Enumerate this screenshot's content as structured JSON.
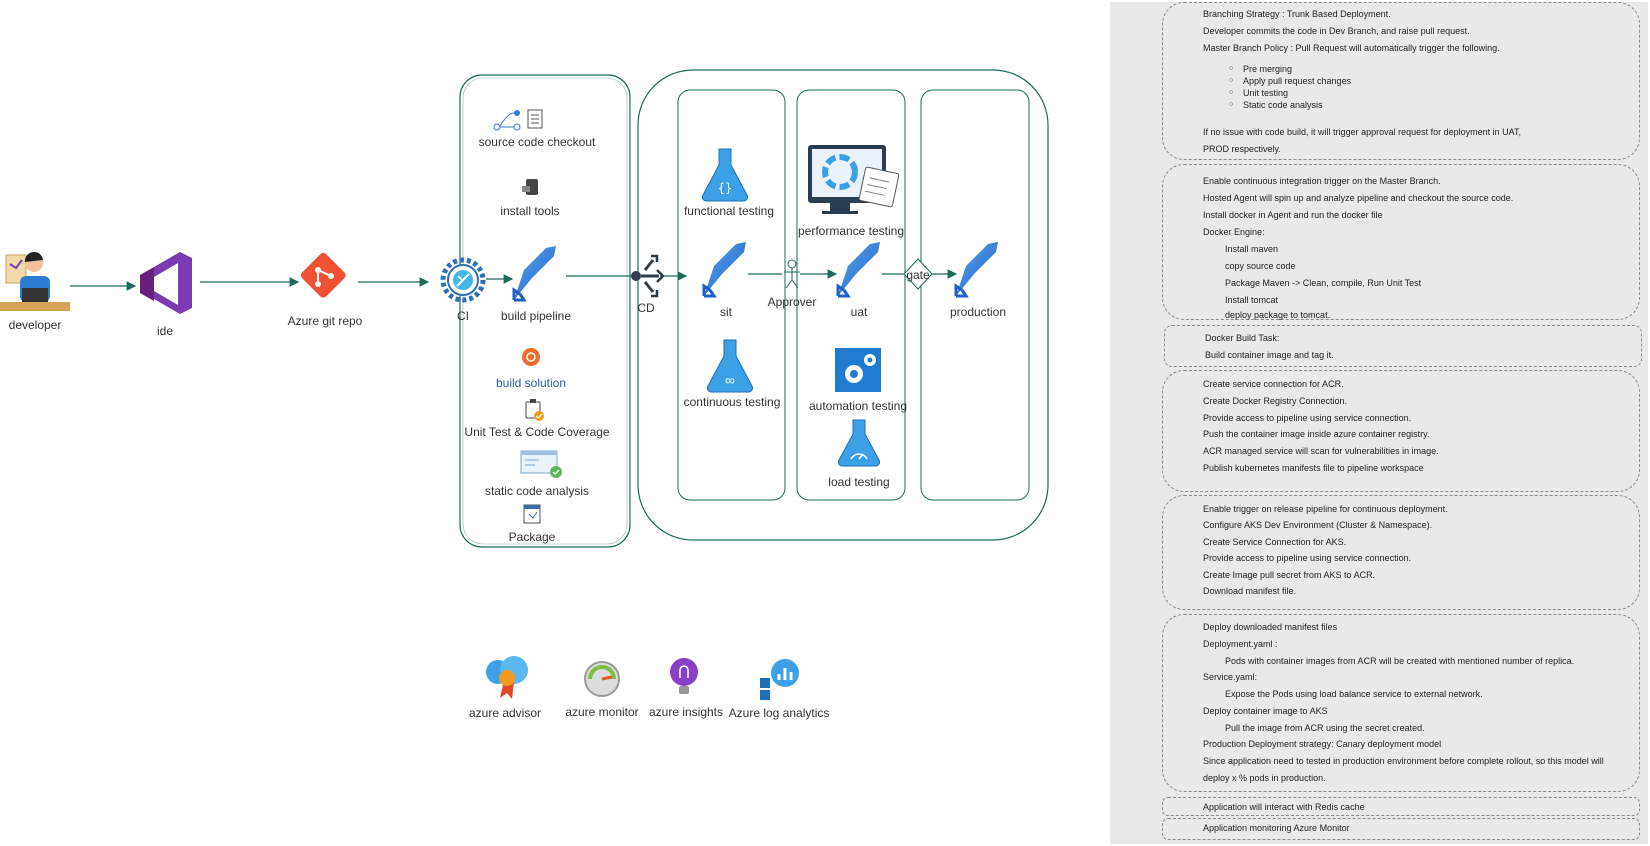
{
  "labels": {
    "developer": "developer",
    "ide": "ide",
    "azure_git_repo": "Azure git repo",
    "ci": "CI",
    "source_code_checkout": "source code checkout",
    "install_tools": "install tools",
    "build_pipeline": "build pipeline",
    "build_solution": "build solution",
    "unit_test": "Unit Test & Code Coverage",
    "static_code_analysis": "static code analysis",
    "package": "Package",
    "cd": "CD",
    "functional_testing": "functional testing",
    "sit": "sit",
    "continuous_testing": "continuous testing",
    "approver": "Approver",
    "performance_testing": "performance testing",
    "uat": "uat",
    "automation_testing": "automation testing",
    "load_testing": "load testing",
    "gate": "gate",
    "production": "production",
    "azure_advisor": "azure advisor",
    "azure_monitor": "azure monitor",
    "azure_insights": "azure insights",
    "azure_log_analytics": "Azure log analytics"
  },
  "notes": {
    "branching": {
      "l1": "Branching Strategy : Trunk Based Deployment.",
      "l2": "Developer commits the code in  Dev Branch, and raise pull request.",
      "l3": "Master Branch Policy : Pull Request will automatically trigger the following.",
      "b1": "Pre merging",
      "b2": "Apply pull request changes",
      "b3": "Unit testing",
      "b4": "Static code analysis",
      "l4": "If no issue with code build, it will trigger approval request for deployment in UAT,",
      "l5": "PROD respectively."
    },
    "ci": {
      "l1": "Enable continuous integration trigger on the Master Branch.",
      "l2": "Hosted Agent will spin up and analyze pipeline and checkout the source code.",
      "l3": "Install docker in Agent and run the docker file",
      "l4": "Docker Engine:",
      "l5": "Install maven",
      "l6": "copy source code",
      "l7": "Package Maven -> Clean, compile, Run Unit Test",
      "l8": "Install tomcat",
      "l9": "deploy package to tomcat."
    },
    "docker": {
      "l1": "Docker Build Task:",
      "l2": "Build container image and tag it."
    },
    "acr": {
      "l1": "Create service connection for ACR.",
      "l2": "Create Docker Registry Connection.",
      "l3": "Provide access to pipeline using service connection.",
      "l4": "Push the container image inside azure container registry.",
      "l5": "ACR managed service will scan for vulnerabilities in image.",
      "l6": "Publish kubernetes manifests file to pipeline workspace"
    },
    "release": {
      "l1": "Enable trigger on release pipeline for continuous deployment.",
      "l2": "Configure AKS Dev Environment (Cluster & Namespace).",
      "l3": "Create Service Connection for AKS.",
      "l4": "Provide access to pipeline using service connection.",
      "l5": "Create Image pull secret from AKS to ACR.",
      "l6": "Download manifest file."
    },
    "deploy": {
      "l1": "Deploy downloaded manifest files",
      "l2": "Deployment.yaml :",
      "l3": "Pods with container images from ACR will be created with mentioned number of replica.",
      "l4": "Service.yaml:",
      "l5": "Expose the Pods using load balance service to external network.",
      "l6": "Deploy container image to AKS",
      "l7": "Pull the image from ACR using the secret created.",
      "l8": "Production Deployment strategy:  Canary deployment model",
      "l9": "Since application need to tested in production environment before complete rollout, so this model will",
      "l10": "deploy x % pods in production."
    },
    "redis": {
      "l1": "Application will interact with Redis cache"
    },
    "monitor": {
      "l1": "Application monitoring Azure Monitor"
    }
  }
}
